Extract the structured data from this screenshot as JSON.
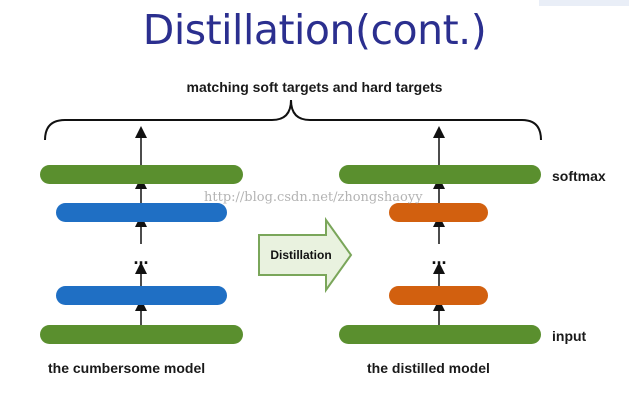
{
  "title": "Distillation(cont.)",
  "top_label": "matching soft targets and hard targets",
  "arrow_label": "Distillation",
  "left_model_label": "the cumbersome model",
  "right_model_label": "the distilled model",
  "softmax_label": "softmax",
  "input_label": "input",
  "ellipsis": "...",
  "watermark": "http://blog.csdn.net/zhongshaoyy",
  "colors": {
    "title": "#2b2f8f",
    "green_layer": "#5a8f2e",
    "blue_layer": "#1f6fc4",
    "orange_layer": "#d2600f",
    "arrow_fill": "#e9f2df",
    "arrow_stroke": "#7aa65a"
  }
}
